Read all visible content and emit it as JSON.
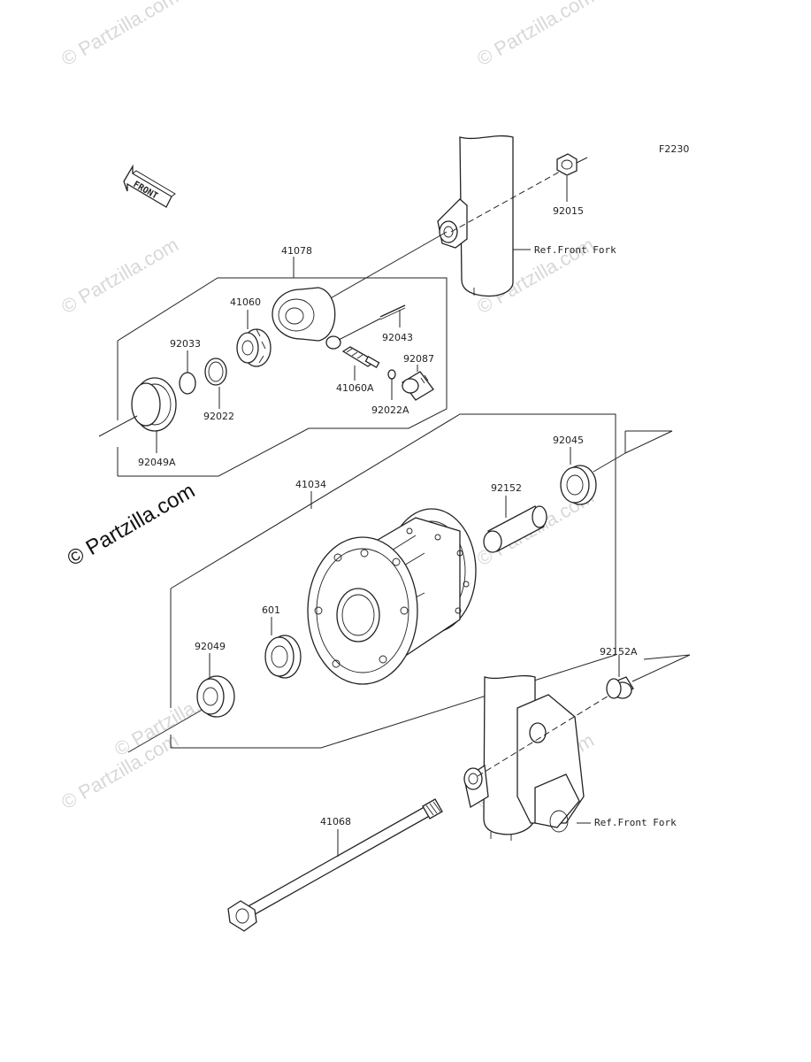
{
  "figure_code": "F2230",
  "front_label": "FRONT",
  "references": {
    "front_fork_top": "Ref.Front Fork",
    "front_fork_bottom": "Ref.Front Fork"
  },
  "watermark": {
    "small": "© Partzilla.com",
    "large": "© Partzilla.com"
  },
  "parts": [
    {
      "id": "p92015",
      "number": "92015"
    },
    {
      "id": "p41078",
      "number": "41078"
    },
    {
      "id": "p41060",
      "number": "41060"
    },
    {
      "id": "p92033",
      "number": "92033"
    },
    {
      "id": "p92043",
      "number": "92043"
    },
    {
      "id": "p92087",
      "number": "92087"
    },
    {
      "id": "p92022",
      "number": "92022"
    },
    {
      "id": "p41060A",
      "number": "41060A"
    },
    {
      "id": "p92022A",
      "number": "92022A"
    },
    {
      "id": "p92049A",
      "number": "92049A"
    },
    {
      "id": "p92045",
      "number": "92045"
    },
    {
      "id": "p41034",
      "number": "41034"
    },
    {
      "id": "p92152",
      "number": "92152"
    },
    {
      "id": "p601",
      "number": "601"
    },
    {
      "id": "p92049",
      "number": "92049"
    },
    {
      "id": "p92152A",
      "number": "92152A"
    },
    {
      "id": "p41068",
      "number": "41068"
    }
  ]
}
